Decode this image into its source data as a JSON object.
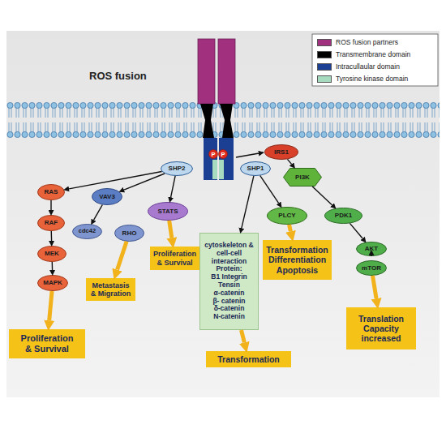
{
  "diagram": {
    "nodes": [
      {
        "text": [
          "SHP2"
        ]
      },
      {
        "text": [
          "SHP1"
        ]
      },
      {
        "text": [
          "IRS1"
        ]
      },
      {
        "text": [
          "PI3K"
        ]
      },
      {
        "text": [
          "RAS"
        ]
      },
      {
        "text": [
          "VAV3"
        ]
      },
      {
        "text": [
          "STATS"
        ]
      },
      {
        "text": [
          "cytoskeleton & cell-cell interaction Protein:",
          "B1 Integrin",
          "Tensin",
          "α-catenin",
          "β- catenin",
          "δ-catenin",
          "N-catenin"
        ]
      },
      {
        "text": [
          "PLCY"
        ]
      },
      {
        "text": [
          "PDK1"
        ]
      },
      {
        "text": [
          "RAF"
        ]
      },
      {
        "text": [
          "cdc42"
        ]
      },
      {
        "text": [
          "RHO"
        ]
      },
      {
        "text": [
          "MEK"
        ]
      },
      {
        "text": [
          "MAPK"
        ]
      },
      {
        "text": [
          "Proliferation & Survival"
        ]
      },
      {
        "text": [
          "Transformation Differentiation Apoptosis"
        ]
      },
      {
        "text": [
          "AKT"
        ]
      },
      {
        "text": [
          "mTOR"
        ]
      },
      {
        "text": [
          "Metastasis & Migration"
        ]
      },
      {
        "text": [
          "Translation Capacity increased"
        ]
      },
      {
        "text": [
          "Proliferation & Survival"
        ]
      },
      {
        "text": [
          "Transformation"
        ]
      }
    ],
    "edges": [
      {
        "from": 0,
        "to": 4,
        "arrow": "to"
      },
      {
        "from": 0,
        "to": 5,
        "arrow": "to"
      },
      {
        "from": 0,
        "to": 6,
        "arrow": "to"
      },
      {
        "from": 1,
        "to": 7,
        "arrow": "to"
      },
      {
        "from": 1,
        "to": 8,
        "arrow": "to"
      },
      {
        "from": 2,
        "to": 3,
        "arrow": "to"
      },
      {
        "from": 3,
        "to": 9,
        "arrow": "to"
      },
      {
        "from": 9,
        "to": 17,
        "arrow": "to"
      },
      {
        "from": 17,
        "to": 18,
        "arrow": "to"
      },
      {
        "from": 4,
        "to": 10,
        "arrow": "to"
      },
      {
        "from": 10,
        "to": 13,
        "arrow": "to"
      },
      {
        "from": 13,
        "to": 14,
        "arrow": "to"
      },
      {
        "from": 5,
        "to": 11,
        "arrow": "to"
      },
      {
        "from": 14,
        "to": 21,
        "arrow": "to"
      },
      {
        "from": 12,
        "to": 19,
        "arrow": "to"
      },
      {
        "from": 6,
        "to": 15,
        "arrow": "to"
      },
      {
        "from": 7,
        "to": 22,
        "arrow": "to"
      },
      {
        "from": 8,
        "to": 16,
        "arrow": "to"
      },
      {
        "from": 18,
        "to": 20,
        "arrow": "to"
      }
    ],
    "labels": [
      "ROS fusion",
      "P",
      "P"
    ],
    "legend": [
      {
        "text": "ROS fusion partners",
        "color": "#a1307f"
      },
      {
        "text": "Transmembrane domain",
        "color": "#000000"
      },
      {
        "text": "Intracullaular domain",
        "color": "#1b3f93"
      },
      {
        "text": "Tyrosine kinase domain",
        "color": "#a6dbc0"
      }
    ]
  }
}
